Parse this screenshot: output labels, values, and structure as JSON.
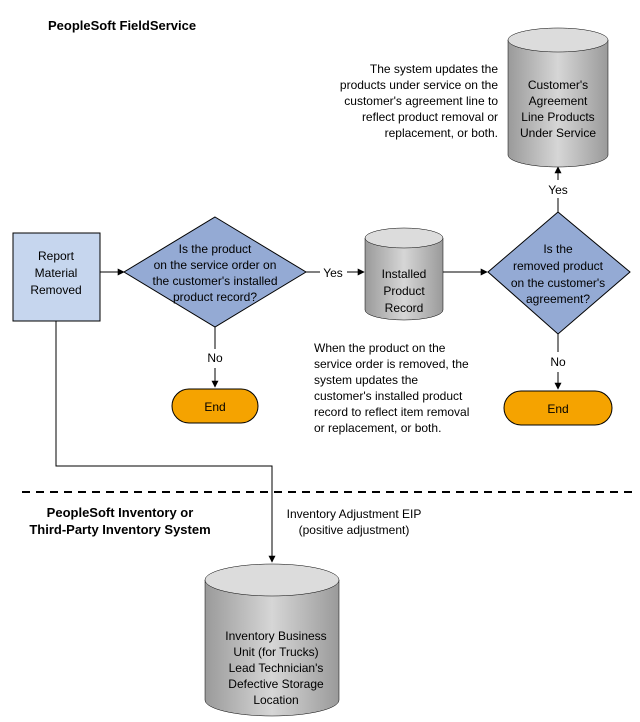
{
  "lanes": {
    "top": "PeopleSoft FieldService",
    "bottom": [
      "PeopleSoft Inventory or",
      "Third-Party Inventory System"
    ]
  },
  "nodes": {
    "report_material_removed": [
      "Report",
      "Material",
      "Removed"
    ],
    "decision_installed_record": [
      "Is the product",
      "on the service order on",
      "the customer's installed",
      "product record?"
    ],
    "installed_product_record": [
      "Installed",
      "Product",
      "Record"
    ],
    "decision_agreement": [
      "Is the",
      "removed product",
      "on the customer's",
      "agreement?"
    ],
    "agreement_line_products": [
      "Customer's",
      "Agreement",
      "Line Products",
      "Under Service"
    ],
    "end_1": "End",
    "end_2": "End",
    "inventory_bu": [
      "Inventory Business",
      "Unit (for Trucks)",
      "Lead Technician's",
      "Defective Storage",
      "Location"
    ]
  },
  "notes": {
    "agreement_update": [
      "The system updates the",
      "products under service on the",
      "customer's agreement line to",
      "reflect product removal or",
      "replacement, or both."
    ],
    "installed_update": [
      "When the product on the",
      "service order is removed, the",
      "system updates the",
      "customer's installed product",
      "record to reflect item removal",
      "or replacement, or both."
    ]
  },
  "edge_labels": {
    "yes_1": "Yes",
    "no_1": "No",
    "yes_2": "Yes",
    "no_2": "No",
    "eip": [
      "Inventory Adjustment EIP",
      "(positive adjustment)"
    ]
  },
  "colors": {
    "box_fill": "#c6d6ee",
    "decision_fill": "#94aad4",
    "end_fill": "#f5a300",
    "cylinder_body": "#bcbcbc",
    "cylinder_top": "#dcdcdc"
  }
}
